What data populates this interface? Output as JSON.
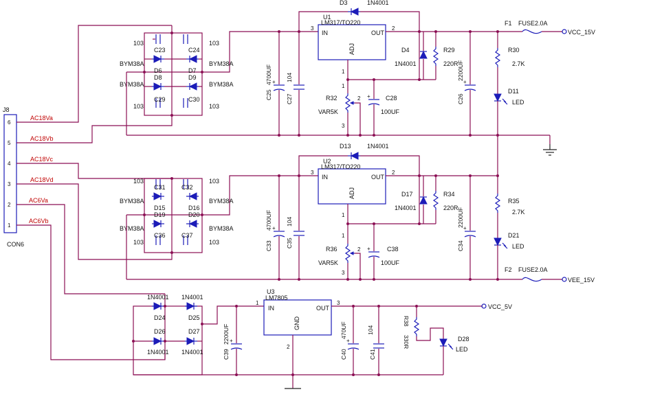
{
  "connector": {
    "ref": "J8",
    "name": "CON6",
    "pins": [
      "6",
      "5",
      "4",
      "3",
      "2",
      "1"
    ],
    "nets": [
      "AC18Va",
      "AC18Vb",
      "AC18Vc",
      "AC18Vd",
      "AC6Va",
      "AC6Vb"
    ]
  },
  "regulators": [
    {
      "ref": "U1",
      "part": "LM317/TO220",
      "in": "IN",
      "out": "OUT",
      "adj": "ADJ"
    },
    {
      "ref": "U2",
      "part": "LM317/TO220",
      "in": "IN",
      "out": "OUT",
      "adj": "ADJ"
    },
    {
      "ref": "U3",
      "part": "LM7805",
      "in": "IN",
      "out": "OUT",
      "gnd": "GND"
    }
  ],
  "pin_numbers": {
    "p1": "1",
    "p2": "2",
    "p3": "3"
  },
  "outputs": {
    "vcc15": "VCC_15V",
    "vee15": "VEE_15V",
    "vcc5": "VCC_5V"
  },
  "fuses": [
    {
      "ref": "F1",
      "value": "FUSE2.0A"
    },
    {
      "ref": "F2",
      "value": "FUSE2.0A"
    }
  ],
  "bridge_top": {
    "caps": [
      "C23",
      "C24",
      "C29",
      "C30"
    ],
    "cap_value": "103",
    "diodes": [
      "D6",
      "D7",
      "D8",
      "D9"
    ],
    "diode_value": "BYM38A"
  },
  "bridge_mid": {
    "caps": [
      "C31",
      "C32",
      "C36",
      "C37"
    ],
    "cap_value": "103",
    "diodes": [
      "D15",
      "D16",
      "D19",
      "D20"
    ],
    "diode_value": "BYM38A"
  },
  "bridge_low": {
    "diodes": [
      "D24",
      "D25",
      "D26",
      "D27"
    ],
    "diode_value": "1N4001"
  },
  "top_section": {
    "c25": {
      "ref": "C25",
      "value": "4700UF"
    },
    "c27": {
      "ref": "C27",
      "value": "104"
    },
    "d3": {
      "ref": "D3",
      "value": "1N4001"
    },
    "d4": {
      "ref": "D4",
      "value": "1N4001"
    },
    "r29": {
      "ref": "R29",
      "value": "220R"
    },
    "r32": {
      "ref": "R32",
      "value": "VAR5K"
    },
    "c28": {
      "ref": "C28",
      "value": "100UF"
    },
    "c26": {
      "ref": "C26",
      "value": "2200UF"
    },
    "r30": {
      "ref": "R30",
      "value": "2.7K"
    },
    "d11": {
      "ref": "D11",
      "value": "LED"
    }
  },
  "mid_section": {
    "c33": {
      "ref": "C33",
      "value": "4700UF"
    },
    "c35": {
      "ref": "C35",
      "value": "104"
    },
    "d13": {
      "ref": "D13",
      "value": "1N4001"
    },
    "d17": {
      "ref": "D17",
      "value": "1N4001"
    },
    "r34": {
      "ref": "R34",
      "value": "220R"
    },
    "r36": {
      "ref": "R36",
      "value": "VAR5K"
    },
    "c38": {
      "ref": "C38",
      "value": "100UF"
    },
    "c34": {
      "ref": "C34",
      "value": "2200UF"
    },
    "r35": {
      "ref": "R35",
      "value": "2.7K"
    },
    "d21": {
      "ref": "D21",
      "value": "LED"
    }
  },
  "low_section": {
    "c39": {
      "ref": "C39",
      "value": "2200UF"
    },
    "c40": {
      "ref": "C40",
      "value": "470UF"
    },
    "c41": {
      "ref": "C41",
      "value": "104"
    },
    "r38": {
      "ref": "R38",
      "value": "330R"
    },
    "d28": {
      "ref": "D28",
      "value": "LED"
    }
  },
  "colors": {
    "wire": "#8b0f54",
    "component": "#1c1cb8",
    "net_label": "#c00000"
  }
}
